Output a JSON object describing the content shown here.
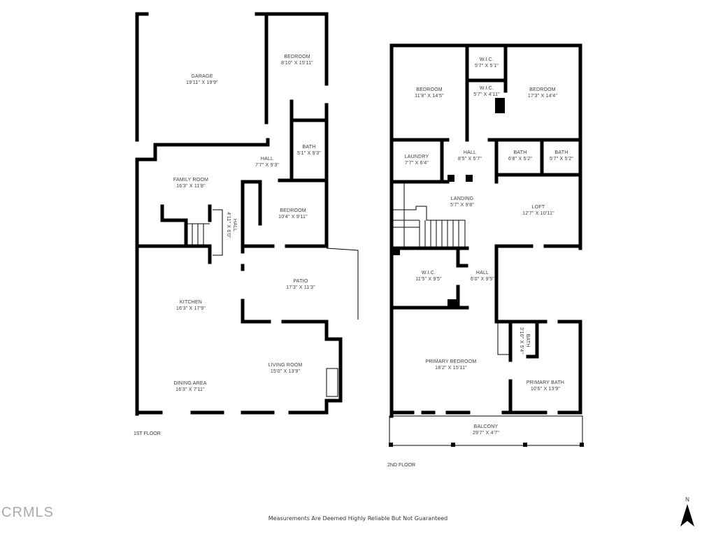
{
  "floors": [
    {
      "label": "1ST FLOOR",
      "rooms": [
        {
          "name": "GARAGE",
          "dims": "19'11\" X 19'9\""
        },
        {
          "name": "BEDROOM",
          "dims": "8'10\" X 15'11\""
        },
        {
          "name": "BATH",
          "dims": "5'1\" X 9'3\""
        },
        {
          "name": "HALL",
          "dims": "7'7\" X 9'3\""
        },
        {
          "name": "FAMILY ROOM",
          "dims": "16'3\" X 11'8\""
        },
        {
          "name": "HALL",
          "dims": "4'11\" X 6'0\""
        },
        {
          "name": "BEDROOM",
          "dims": "10'4\" X 9'11\""
        },
        {
          "name": "PATIO",
          "dims": "17'3\" X 11'3\""
        },
        {
          "name": "KITCHEN",
          "dims": "16'3\" X 17'9\""
        },
        {
          "name": "LIVING ROOM",
          "dims": "15'0\" X 13'9\""
        },
        {
          "name": "DINING AREA",
          "dims": "16'3\" X 7'11\""
        }
      ]
    },
    {
      "label": "2ND FLOOR",
      "rooms": [
        {
          "name": "BEDROOM",
          "dims": "11'8\" X 14'5\""
        },
        {
          "name": "W.I.C.",
          "dims": "5'7\" X 5'1\""
        },
        {
          "name": "W.I.C.",
          "dims": "5'7\" X 4'11\""
        },
        {
          "name": "BEDROOM",
          "dims": "17'3\" X 14'4\""
        },
        {
          "name": "LAUNDRY",
          "dims": "7'7\" X 6'4\""
        },
        {
          "name": "HALL",
          "dims": "8'5\" X 5'7\""
        },
        {
          "name": "BATH",
          "dims": "6'8\" X 5'2\""
        },
        {
          "name": "BATH",
          "dims": "5'7\" X 5'2\""
        },
        {
          "name": "LANDING",
          "dims": "5'7\" X 9'8\""
        },
        {
          "name": "LOFT",
          "dims": "12'7\" X 10'11\""
        },
        {
          "name": "W.I.C.",
          "dims": "11'5\" X 9'5\""
        },
        {
          "name": "HALL",
          "dims": "6'0\" X 9'5\""
        },
        {
          "name": "BATH",
          "dims": "3'10\" X 5'4\""
        },
        {
          "name": "PRIMARY BEDROOM",
          "dims": "18'2\" X 15'11\""
        },
        {
          "name": "PRIMARY BATH",
          "dims": "10'6\" X 13'9\""
        },
        {
          "name": "BALCONY",
          "dims": "29'7\" X 4'7\""
        }
      ]
    }
  ],
  "footer": {
    "logo": "CRMLS",
    "disclaimer": "Measurements Are Deemed Highly Reliable But Not Guaranteed",
    "compass": "N"
  },
  "colors": {
    "wall": "#000000",
    "background": "#ffffff",
    "text": "#333333"
  }
}
